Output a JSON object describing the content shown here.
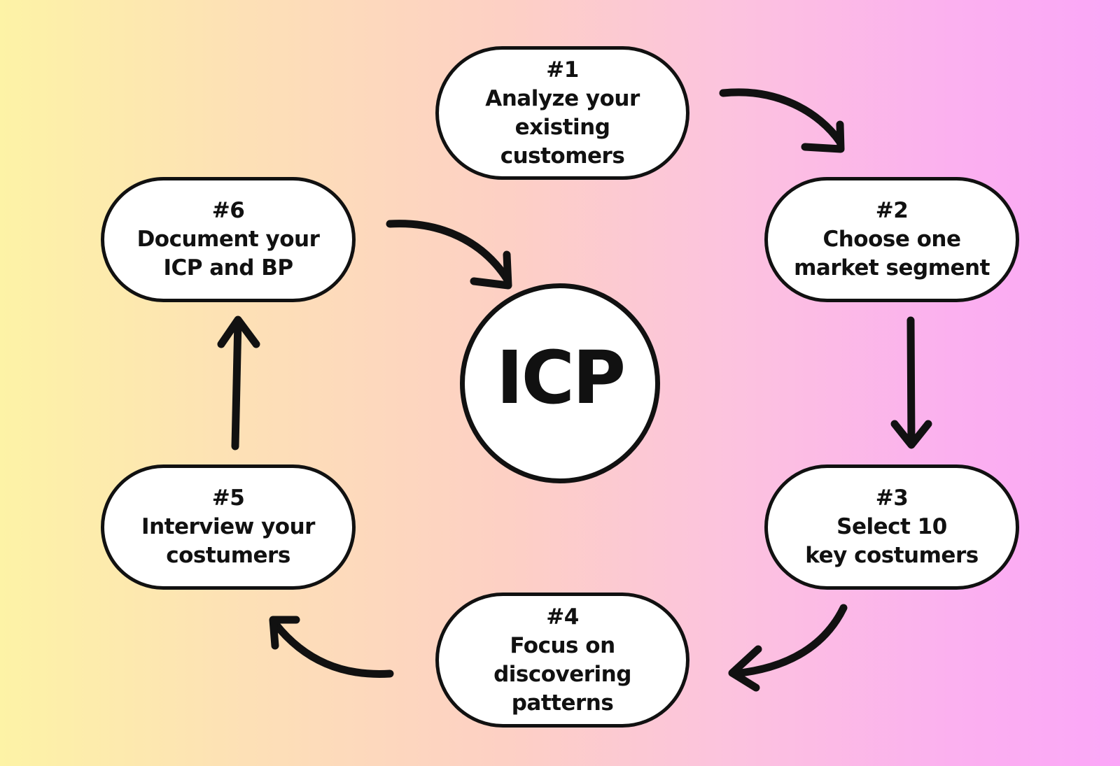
{
  "center": {
    "label": "ICP"
  },
  "steps": [
    {
      "num": "#1",
      "lines": [
        "Analyze your",
        "existing",
        "customers"
      ]
    },
    {
      "num": "#2",
      "lines": [
        "Choose one",
        "market segment"
      ]
    },
    {
      "num": "#3",
      "lines": [
        "Select 10",
        "key costumers"
      ]
    },
    {
      "num": "#4",
      "lines": [
        "Focus on",
        "discovering",
        "patterns"
      ]
    },
    {
      "num": "#5",
      "lines": [
        "Interview your",
        "costumers"
      ]
    },
    {
      "num": "#6",
      "lines": [
        "Document your",
        "ICP and BP"
      ]
    }
  ],
  "colors": {
    "background_left": "#fdf3a6",
    "background_right": "#fba6f8",
    "node_fill": "#ffffff",
    "stroke": "#111111"
  }
}
